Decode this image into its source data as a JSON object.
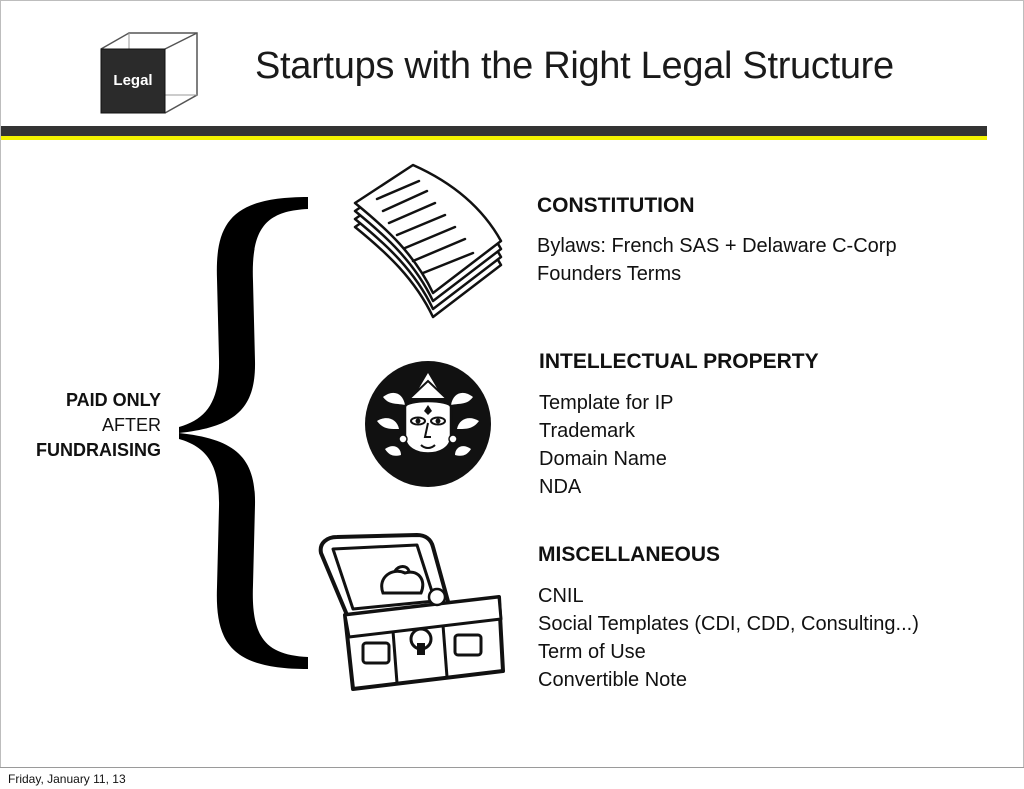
{
  "header": {
    "badge_label": "Legal",
    "title": "Startups with the Right Legal Structure"
  },
  "side_note": {
    "line1": "PAID ONLY",
    "line2": "AFTER",
    "line3": "FUNDRAISING"
  },
  "sections": [
    {
      "title": "CONSTITUTION",
      "items": [
        "Bylaws: French SAS + Delaware C-Corp",
        "Founders Terms"
      ],
      "icon": "documents-icon"
    },
    {
      "title": "INTELLECTUAL PROPERTY",
      "items": [
        "Template for IP",
        "Trademark",
        "Domain Name",
        "NDA"
      ],
      "icon": "ornamental-face-icon"
    },
    {
      "title": "MISCELLANEOUS",
      "items": [
        "CNIL",
        "Social Templates (CDI, CDD, Consulting...)",
        "Term of Use",
        "Convertible Note"
      ],
      "icon": "treasure-chest-icon"
    }
  ],
  "footer": {
    "date": "Friday, January 11, 13"
  },
  "colors": {
    "accent_bar": "#333333",
    "highlight_bar": "#f2f200",
    "badge": "#2b2b2b"
  }
}
